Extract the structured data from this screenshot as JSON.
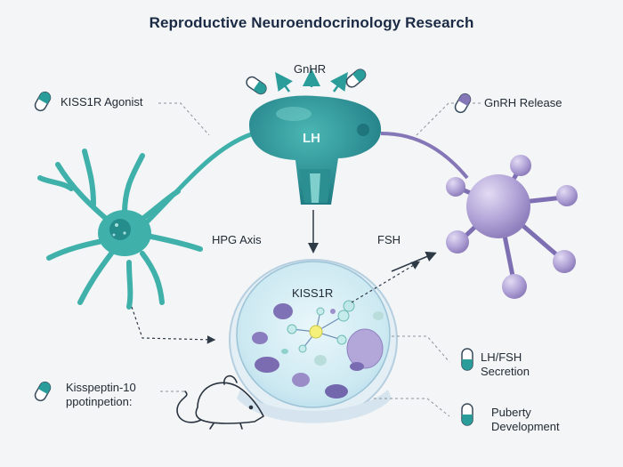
{
  "title": "Reproductive Neuroendocrinology Research",
  "labels": {
    "gnhr": "GnHR",
    "lh": "LH",
    "hpg_axis": "HPG Axis",
    "fsh": "FSH",
    "kiss1r": "KISS1R",
    "kiss1r_agonist": "KISS1R Agonist",
    "gnrh_release": "GnRH Release",
    "lh_fsh_secretion_1": "LH/FSH",
    "lh_fsh_secretion_2": "Secretion",
    "puberty_1": "Puberty",
    "puberty_2": "Development",
    "kisspeptin_1": "Kisspeptin-10",
    "kisspeptin_2": "ppotinpetion:"
  },
  "colors": {
    "teal": "#2a9d9b",
    "teal_dark": "#1f7f86",
    "lavender": "#a99ad0",
    "lavender_dark": "#7f6fb0",
    "dish_blue": "#cfeaf3"
  },
  "icons": [
    "capsule-icon",
    "neuron-icon",
    "pituitary-icon",
    "molecule-icon",
    "petri-dish-icon",
    "mouse-icon"
  ]
}
